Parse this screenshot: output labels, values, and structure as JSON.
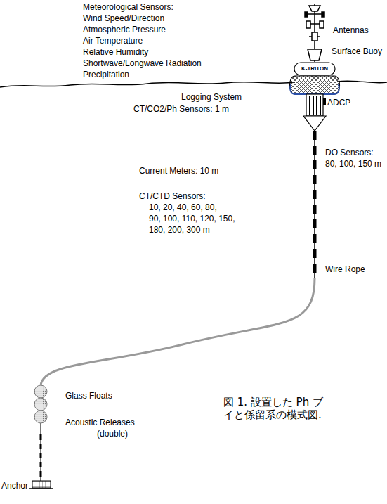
{
  "diagram": {
    "caption": "図 1. 設置した Ph ブ イと係留系の模式図.",
    "nodes": [
      {
        "text": [
          "K-TRITON"
        ]
      }
    ],
    "labels": [
      "Meteorological Sensors:",
      "Wind Speed/Direction",
      "Atmospheric Pressure",
      "Air Temperature",
      "Relative Humidity",
      "Shortwave/Longwave Radiation",
      "Precipitation",
      "Antennas",
      "Surface Buoy",
      "Logging System",
      "CT/CO2/Ph Sensors: 1 m",
      "ADCP",
      "Current Meters: 10 m",
      "DO Sensors:",
      "80, 100, 150 m",
      "CT/CTD Sensors:",
      "10, 20, 40, 60, 80,",
      "90, 100, 110, 120, 150,",
      "180, 200, 300 m",
      "Wire Rope",
      "Glass Floats",
      "Acoustic Releases",
      "(double)",
      "Anchor"
    ]
  }
}
